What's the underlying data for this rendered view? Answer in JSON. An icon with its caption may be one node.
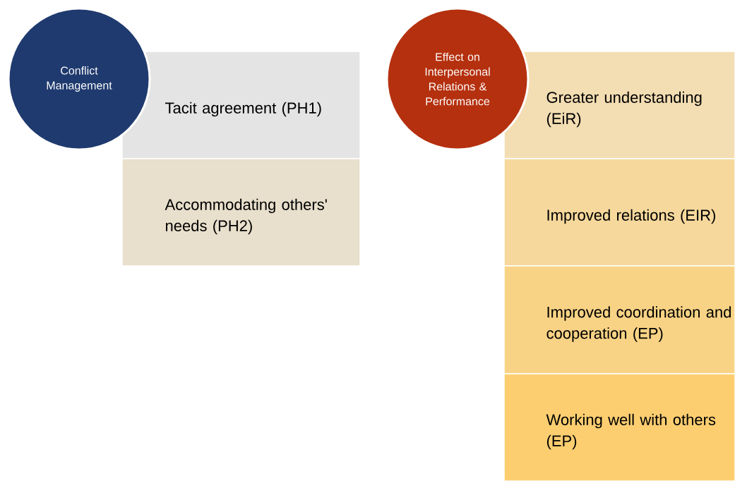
{
  "diagram": {
    "nodes": [
      {
        "text": [
          "Conflict Management"
        ]
      },
      {
        "text": [
          "Tacit agreement (PH1)"
        ]
      },
      {
        "text": [
          "Accommodating others' needs (PH2)"
        ]
      },
      {
        "text": [
          "Effect on Interpersonal Relations & Performance"
        ]
      },
      {
        "text": [
          "Greater understanding (EiR)"
        ]
      },
      {
        "text": [
          "Improved relations (EIR)"
        ]
      },
      {
        "text": [
          "Improved coordination and cooperation (EP)"
        ]
      },
      {
        "text": [
          "Working well with others (EP)"
        ]
      }
    ]
  }
}
